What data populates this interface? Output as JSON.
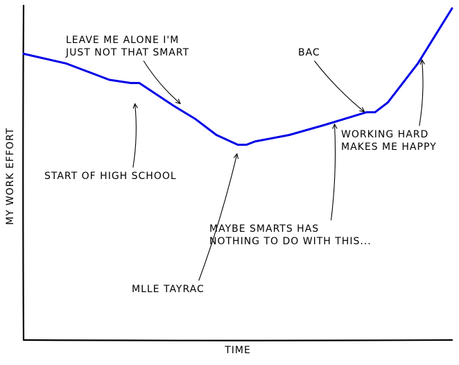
{
  "chart_data": {
    "type": "line",
    "title": "",
    "xlabel": "TIME",
    "ylabel": "MY WORK EFFORT",
    "xlim": [
      0,
      100
    ],
    "ylim": [
      0,
      100
    ],
    "grid": false,
    "legend": "none",
    "series": [
      {
        "color": "#0000e6",
        "x": [
          0,
          10,
          20,
          25,
          27,
          35,
          40,
          45,
          50,
          52,
          54,
          62,
          70,
          80,
          82,
          85,
          92,
          100
        ],
        "y": [
          86,
          83,
          78,
          77,
          77,
          70,
          66,
          61,
          58,
          58,
          59,
          61,
          64,
          68,
          68,
          71,
          83,
          100
        ]
      }
    ],
    "annotations": [
      {
        "text_lines": [
          "START OF HIGH SCHOOL"
        ],
        "target": [
          26,
          71.5
        ],
        "anchor": "bottom"
      },
      {
        "text_lines": [
          "LEAVE ME ALONE I'M",
          "JUST NOT THAT SMART"
        ],
        "target": [
          37,
          70
        ],
        "anchor": "top"
      },
      {
        "text_lines": [
          "MLLE TAYRAC"
        ],
        "target": [
          50,
          56
        ],
        "anchor": "bottom"
      },
      {
        "text_lines": [
          "MAYBE SMARTS HAS",
          "NOTHING TO DO WITH THIS..."
        ],
        "target": [
          72.6,
          65.2
        ],
        "anchor": "bottom"
      },
      {
        "text_lines": [
          "BAC"
        ],
        "target": [
          80,
          67.5
        ],
        "anchor": "top"
      },
      {
        "text_lines": [
          "WORKING HARD",
          "MAKES ME HAPPY"
        ],
        "target": [
          93,
          85
        ],
        "anchor": "bottom"
      }
    ],
    "style": "xkcd"
  }
}
